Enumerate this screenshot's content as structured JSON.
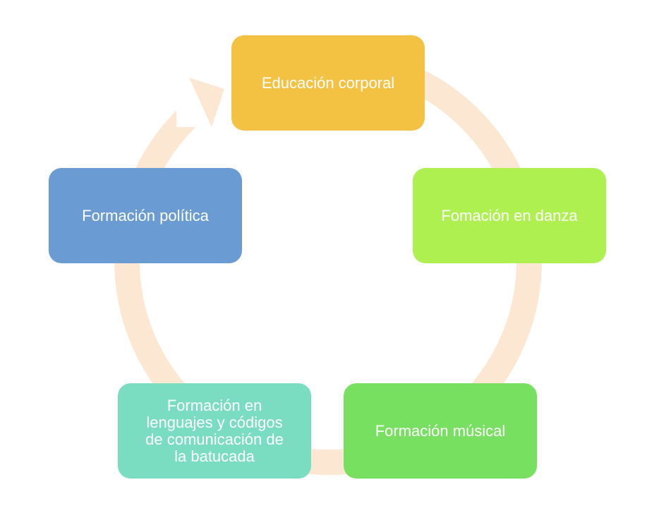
{
  "diagram": {
    "type": "cycle",
    "ring_color": "#FCE8D2",
    "nodes": [
      {
        "label": "Educación corporal",
        "color": "#F4C242"
      },
      {
        "label": "Fomación en danza",
        "color": "#ADF050"
      },
      {
        "label": "Formación músical",
        "color": "#77E060"
      },
      {
        "label": "Formación en lenguajes y códigos de comunicación de la batucada",
        "color": "#7ADCC0"
      },
      {
        "label": "Formación política",
        "color": "#6A9BD2"
      }
    ]
  }
}
